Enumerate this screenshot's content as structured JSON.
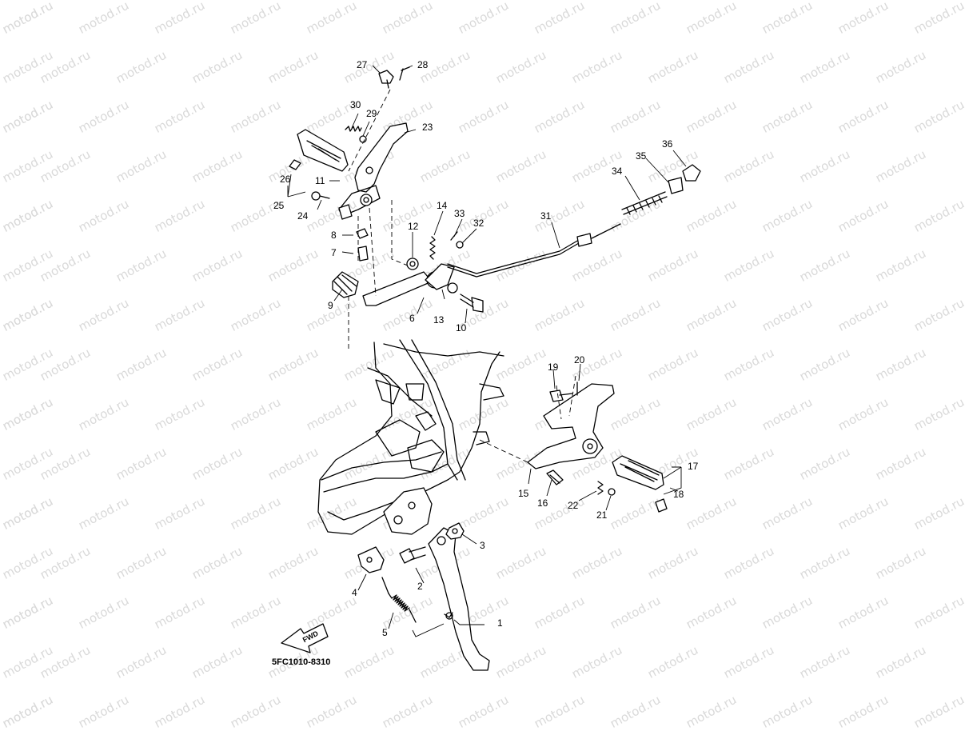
{
  "watermark": "motod.ru",
  "diagram_code": "5FC1010-8310",
  "fwd_label": "FWD",
  "callouts": {
    "c1": "1",
    "c2": "2",
    "c3": "3",
    "c4": "4",
    "c5": "5",
    "c6": "6",
    "c7": "7",
    "c8": "8",
    "c9": "9",
    "c10": "10",
    "c11": "11",
    "c12": "12",
    "c13": "13",
    "c14": "14",
    "c15": "15",
    "c16": "16",
    "c17": "17",
    "c18": "18",
    "c19": "19",
    "c20": "20",
    "c21": "21",
    "c22": "22",
    "c23": "23",
    "c24": "24",
    "c25": "25",
    "c26": "26",
    "c27": "27",
    "c28": "28",
    "c29": "29",
    "c30": "30",
    "c31": "31",
    "c32": "32",
    "c33": "33",
    "c34": "34",
    "c35": "35",
    "c36": "36"
  }
}
